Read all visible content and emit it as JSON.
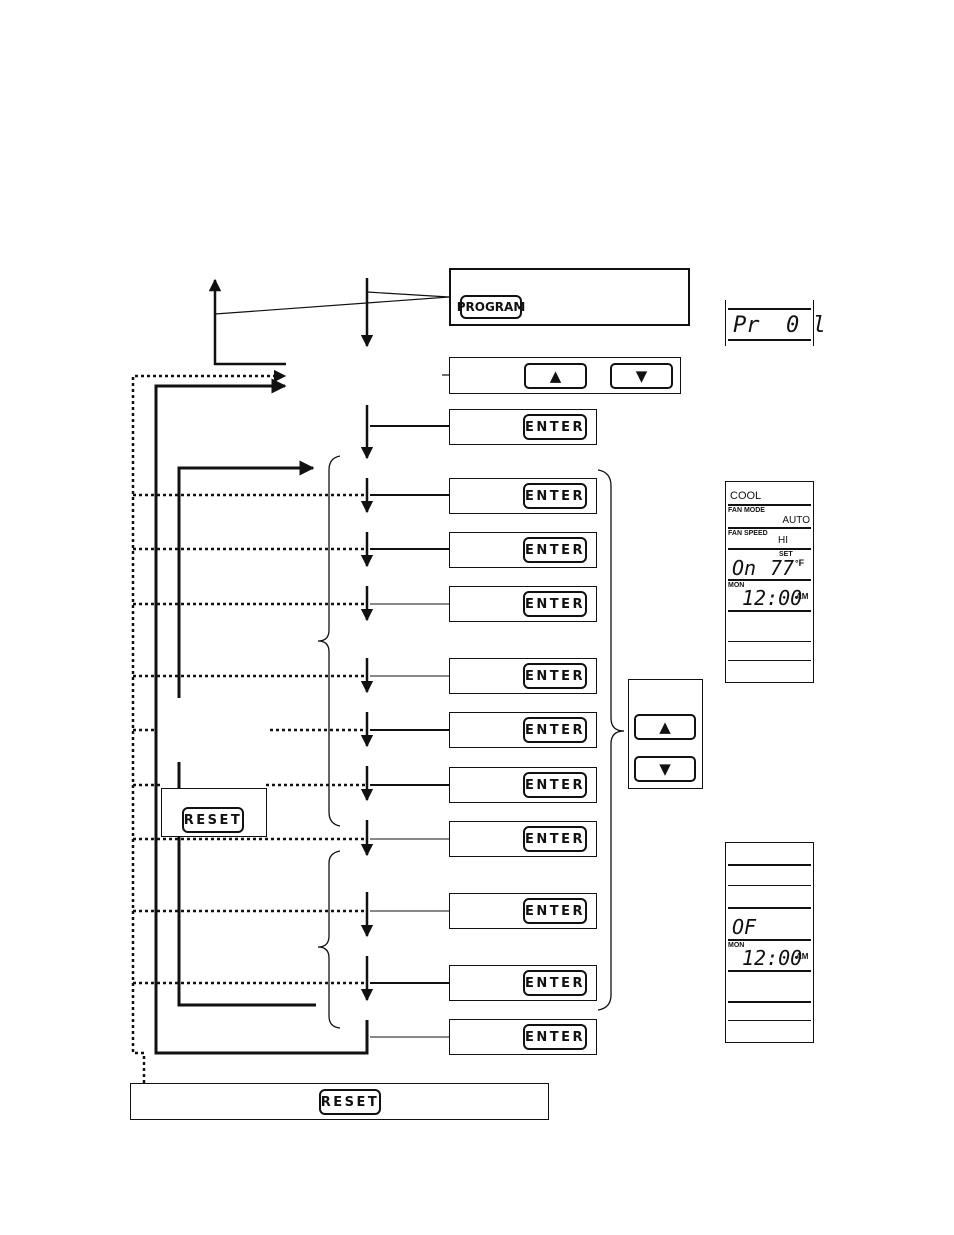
{
  "keys": {
    "program": "PROGRAM",
    "enter": "ENTER",
    "reset": "RESET",
    "up": "▲",
    "down": "▼"
  },
  "display_pr": {
    "code": "Pr  0 l"
  },
  "display_on": {
    "mode": "COOL",
    "fan_mode_label": "FAN MODE",
    "fan_mode_value": "AUTO",
    "fan_speed_label": "FAN SPEED",
    "fan_speed_value": "HI",
    "set_label": "SET",
    "state": "On",
    "setpoint": "77",
    "unit": "°F",
    "day": "MON",
    "time": "12:00",
    "ampm": "AM"
  },
  "display_off": {
    "state": "OF",
    "day": "MON",
    "time": "12:00",
    "ampm": "AM"
  }
}
